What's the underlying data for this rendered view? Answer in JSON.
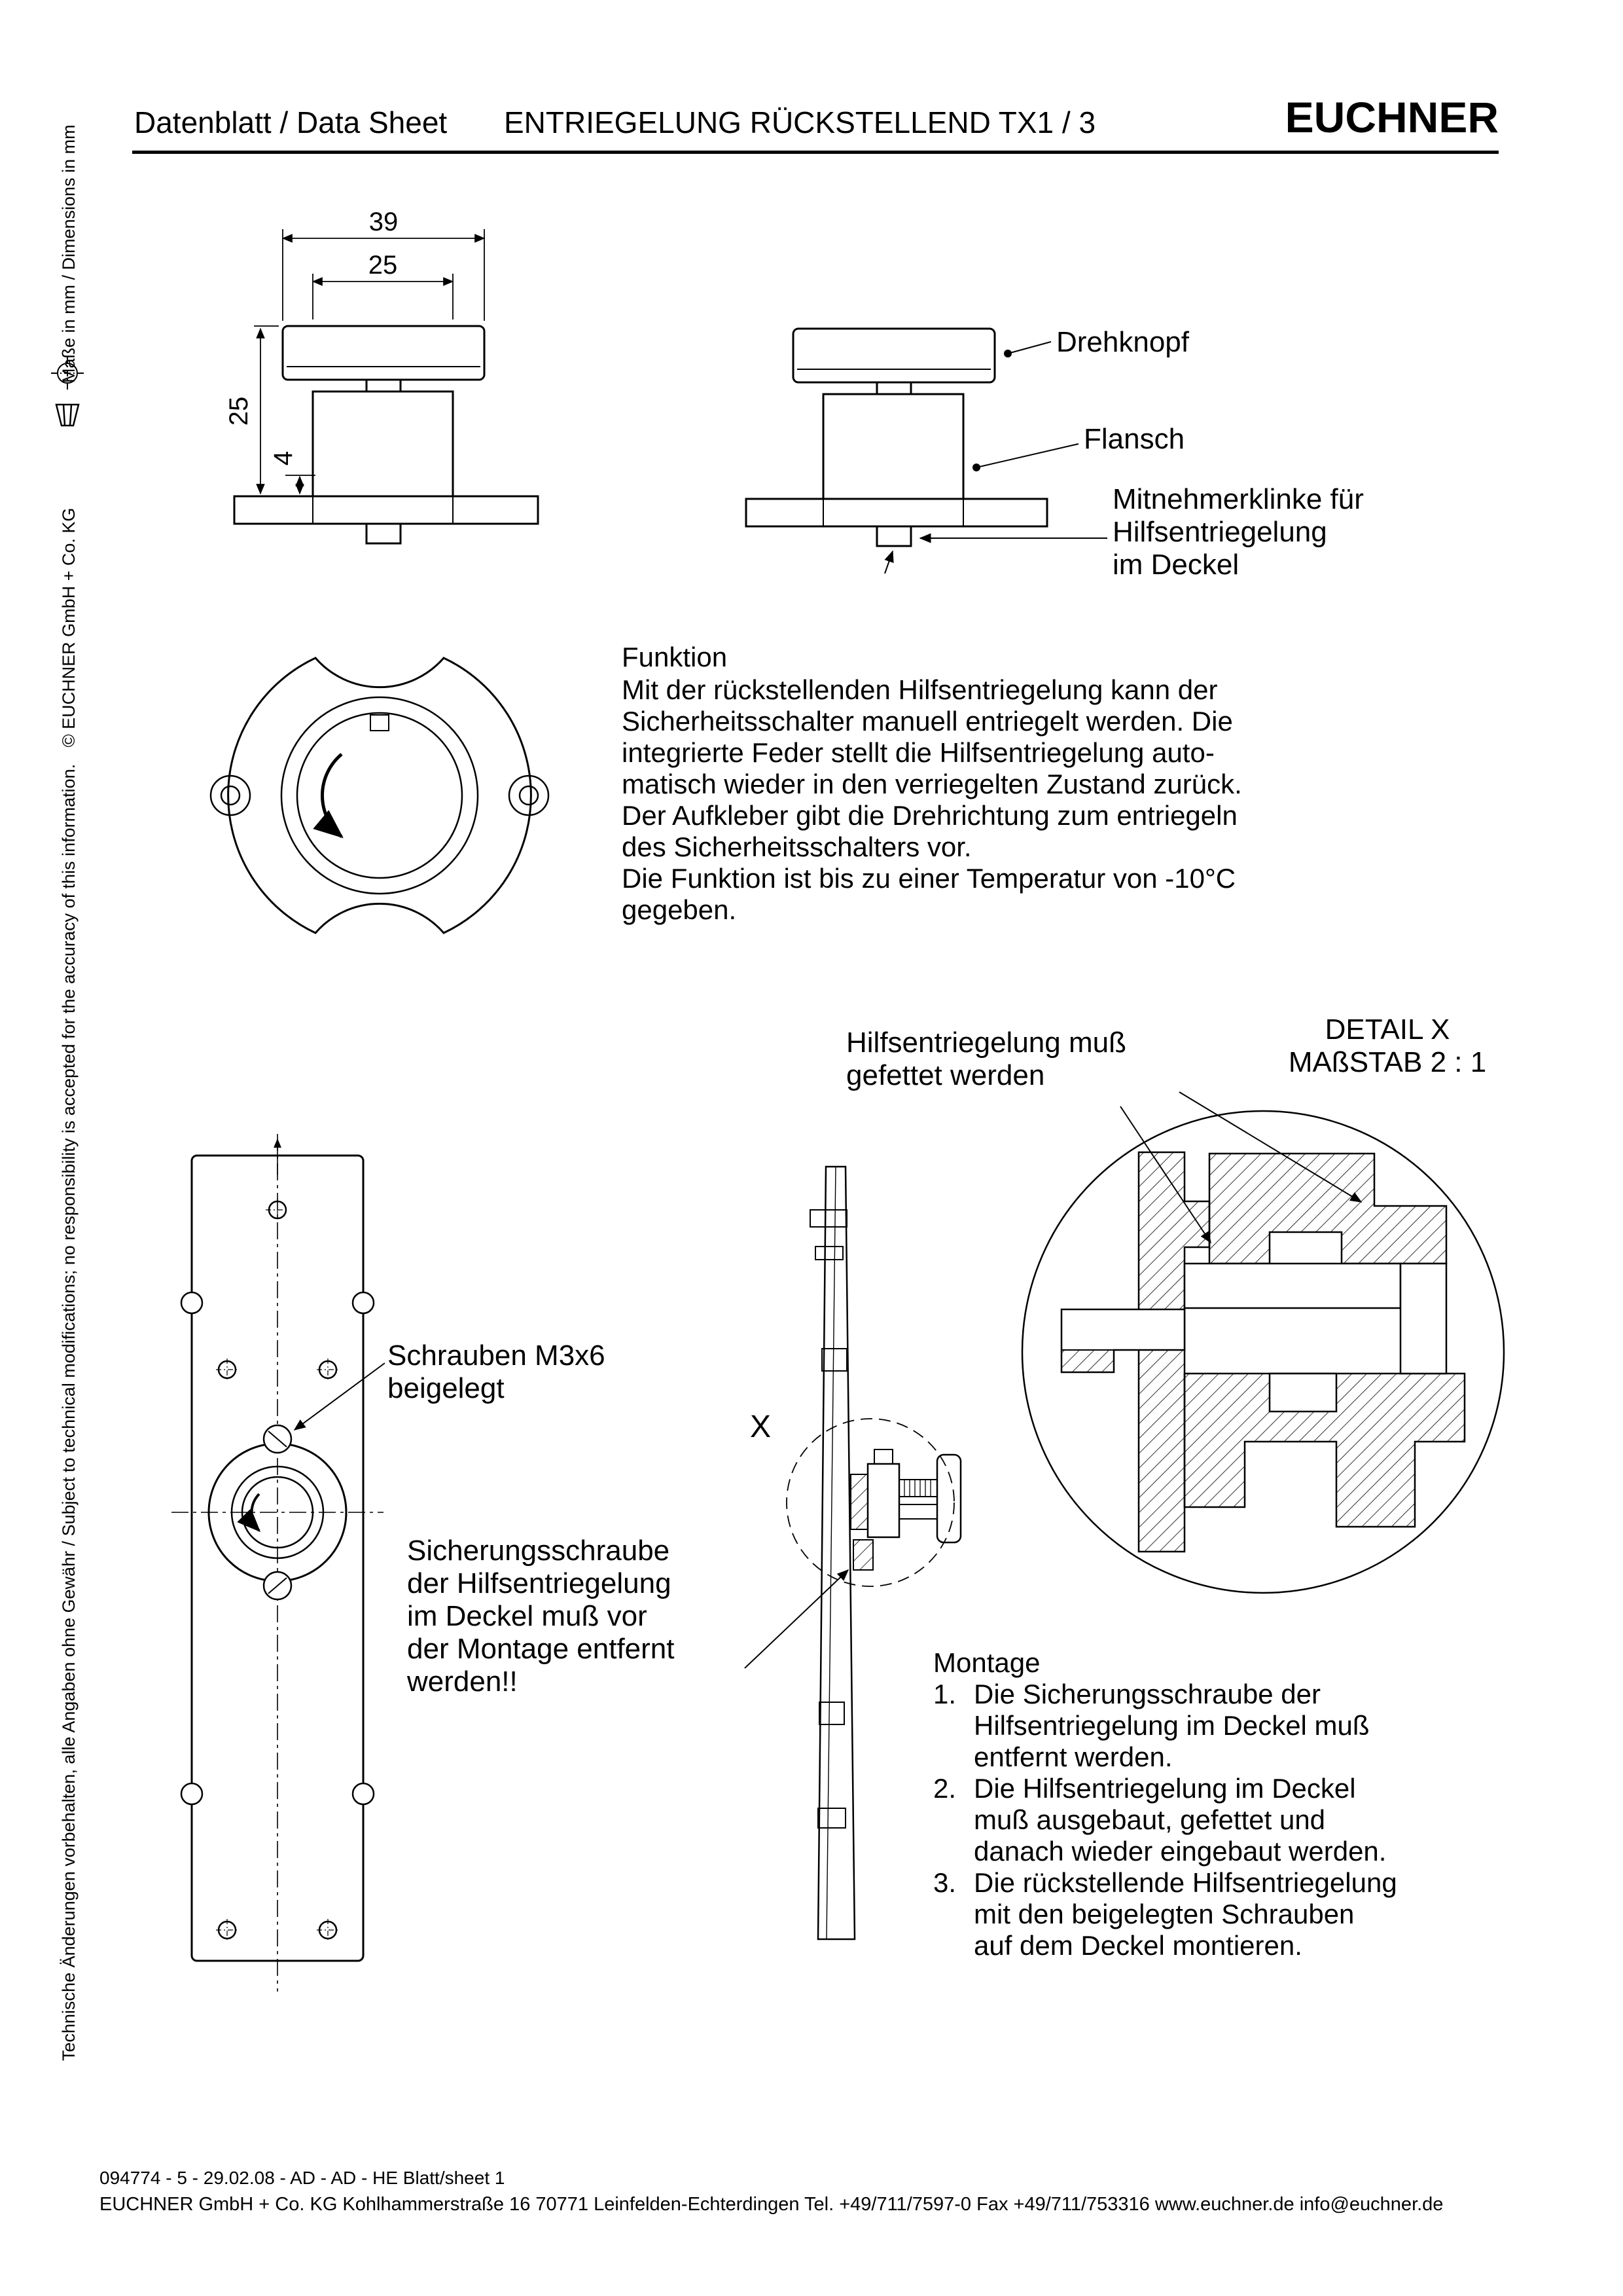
{
  "page": {
    "bg": "#ffffff",
    "ink": "#000000"
  },
  "header": {
    "doc_type": "Datenblatt / Data Sheet",
    "product_title": "ENTRIEGELUNG RÜCKSTELLEND  TX1 / 3",
    "brand": "EUCHNER"
  },
  "sidebar": {
    "dimensions_note": "Maße in mm / Dimensions in mm",
    "legal": "Technische Änderungen vorbehalten, alle Angaben ohne Gewähr / Subject to technical modifications; no responsibility is accepted for the accuracy of this information.",
    "copyright": "© EUCHNER GmbH + Co. KG"
  },
  "dimensioned_view": {
    "dim_width_outer": "39",
    "dim_width_inner": "25",
    "dim_height": "25",
    "dim_flange": "4"
  },
  "part_labels": {
    "knob": "Drehknopf",
    "flange": "Flansch",
    "pawl_line1": "Mitnehmerklinke für",
    "pawl_line2": "Hilfsentriegelung",
    "pawl_line3": "im Deckel"
  },
  "funktion": {
    "title": "Funktion",
    "lines": [
      "Mit der rückstellenden Hilfsentriegelung kann der",
      "Sicherheitsschalter manuell entriegelt werden. Die",
      "integrierte Feder stellt die Hilfsentriegelung auto-",
      "matisch wieder in den verriegelten Zustand zurück.",
      "Der Aufkleber gibt die Drehrichtung zum entriegeln",
      "des Sicherheitsschalters vor.",
      "Die Funktion ist bis zu einer Temperatur von -10°C",
      "gegeben."
    ]
  },
  "grease_note": {
    "line1": "Hilfsentriegelung muß",
    "line2": "gefettet werden"
  },
  "detail": {
    "line1": "DETAIL X",
    "line2": "MAßSTAB 2 : 1",
    "marker": "X"
  },
  "screws_note": {
    "line1": "Schrauben M3x6",
    "line2": "beigelegt"
  },
  "locking_screw_note": {
    "lines": [
      "Sicherungsschraube",
      "der Hilfsentriegelung",
      "im Deckel muß vor",
      "der Montage entfernt",
      "werden!!"
    ]
  },
  "montage": {
    "title": "Montage",
    "items": [
      {
        "num": "1.",
        "lines": [
          "Die Sicherungsschraube der",
          "Hilfsentriegelung im Deckel muß",
          "entfernt werden."
        ]
      },
      {
        "num": "2.",
        "lines": [
          "Die Hilfsentriegelung im Deckel",
          "muß ausgebaut, gefettet und",
          "danach wieder eingebaut werden."
        ]
      },
      {
        "num": "3.",
        "lines": [
          "Die rückstellende Hilfsentriegelung",
          "mit den beigelegten Schrauben",
          "auf dem Deckel montieren."
        ]
      }
    ]
  },
  "footer": {
    "doc_info": "094774 - 5 - 29.02.08 - AD -  AD - HE  Blatt/sheet  1",
    "company": "EUCHNER GmbH + Co. KG  Kohlhammerstraße 16   70771 Leinfelden-Echterdingen  Tel. +49/711/7597-0  Fax +49/711/753316   www.euchner.de   info@euchner.de"
  }
}
